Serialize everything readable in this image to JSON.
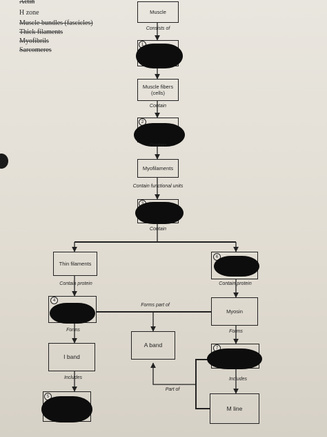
{
  "word_bank": [
    {
      "text": "Actin",
      "crossed": true
    },
    {
      "text": "H zone",
      "crossed": false
    },
    {
      "text": "Muscle bundles (fascicles)",
      "crossed": true
    },
    {
      "text": "Thick filaments",
      "crossed": true
    },
    {
      "text": "Myofibrils",
      "crossed": true
    },
    {
      "text": "Sarcomeres",
      "crossed": true
    }
  ],
  "boxes": {
    "muscle": "Muscle",
    "muscle_fibers": "Muscle fibers (cells)",
    "myofilaments": "Myofilaments",
    "thin_filaments": "Thin filaments",
    "myosin": "Myosin",
    "a_band": "A band",
    "i_band": "I band",
    "m_line": "M line"
  },
  "labels": {
    "consists_of": "Consists of",
    "contain_1": "Contain",
    "contain_2": "Contain",
    "contain_functional_units": "Contain functional units",
    "contain_3": "Contain",
    "contain_protein_left": "Contain protein",
    "contain_protein_right": "Contain protein",
    "forms_part_of": "Forms part of",
    "forms_left": "Forms",
    "forms_right": "Forms",
    "includes_left": "Includes",
    "includes_right": "Includes",
    "part_of": "Part of"
  },
  "blank_numbers": [
    "1",
    "2",
    "3",
    "4",
    "5",
    "6",
    "7"
  ]
}
